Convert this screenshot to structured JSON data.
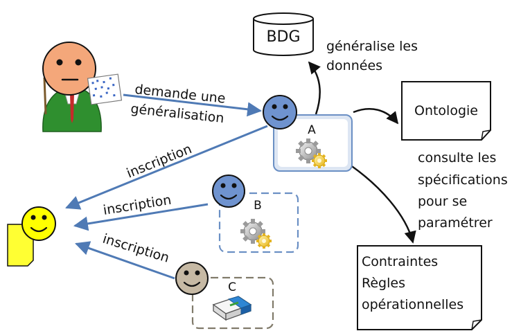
{
  "database": {
    "label": "BDG",
    "action": [
      "généralise les",
      "données"
    ]
  },
  "ontology": {
    "label": "Ontologie",
    "action": [
      "consulte les",
      "spécifications",
      "pour se",
      "paramétrer"
    ]
  },
  "constraints": {
    "lines": [
      "Contraintes",
      "Règles",
      "opérationnelles"
    ]
  },
  "request": {
    "lines": [
      "demande une",
      "généralisation"
    ]
  },
  "agents": [
    {
      "label": "A",
      "kind": "gears"
    },
    {
      "label": "B",
      "kind": "gears"
    },
    {
      "label": "C",
      "kind": "eraser"
    }
  ],
  "inscriptions": [
    "inscription",
    "inscription",
    "inscription"
  ],
  "colors": {
    "arrow_blue": "#4f7ab5",
    "face_blue": "#6f93cf",
    "face_orange": "#f4a77a",
    "face_yellow": "#ffff00",
    "face_grey": "#c6b9a4",
    "agent_box_fill": "#dde6f3",
    "agent_box_border": "#6a8fc4",
    "agent_c_border": "#807a6a",
    "user_body_green": "#2f8f2f",
    "doc_yellow": "#ffff33"
  }
}
